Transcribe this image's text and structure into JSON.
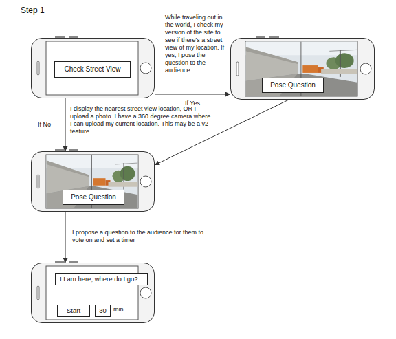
{
  "diagram": {
    "title": "Step 1",
    "nodes": [
      {
        "text": []
      },
      {
        "text": [
          "Check Street View"
        ],
        "in": 0
      },
      {
        "text": []
      },
      {
        "text": [
          "Pose Question"
        ],
        "in": 2
      },
      {
        "text": []
      },
      {
        "text": [
          "Pose Question"
        ],
        "in": 4
      },
      {
        "text": []
      },
      {
        "text": [
          "I I am here, where do I go?"
        ],
        "in": 6
      },
      {
        "text": [
          "Start"
        ],
        "in": 6
      },
      {
        "text": [
          "30"
        ],
        "in": 6
      }
    ],
    "edges": [
      {
        "from": 0,
        "to": 2,
        "arrow": "to",
        "label": "If Yes"
      },
      {
        "from": 0,
        "to": 4,
        "arrow": "to",
        "label": "If No"
      },
      {
        "from": 2,
        "to": 4,
        "arrow": "to"
      },
      {
        "from": 4,
        "to": 6,
        "arrow": "to"
      }
    ],
    "labels": [
      "While traveling out in the world, I check my version of the site to see if there's a street view of my location. If yes, I pose the question to the audience.",
      "I display the nearest street view location, OR I upload a photo. I have a 360 degree camera where I can upload my current location. This may be a v2 feature.",
      "I propose a question to the audience for them to vote on and set a timer",
      "min"
    ]
  }
}
